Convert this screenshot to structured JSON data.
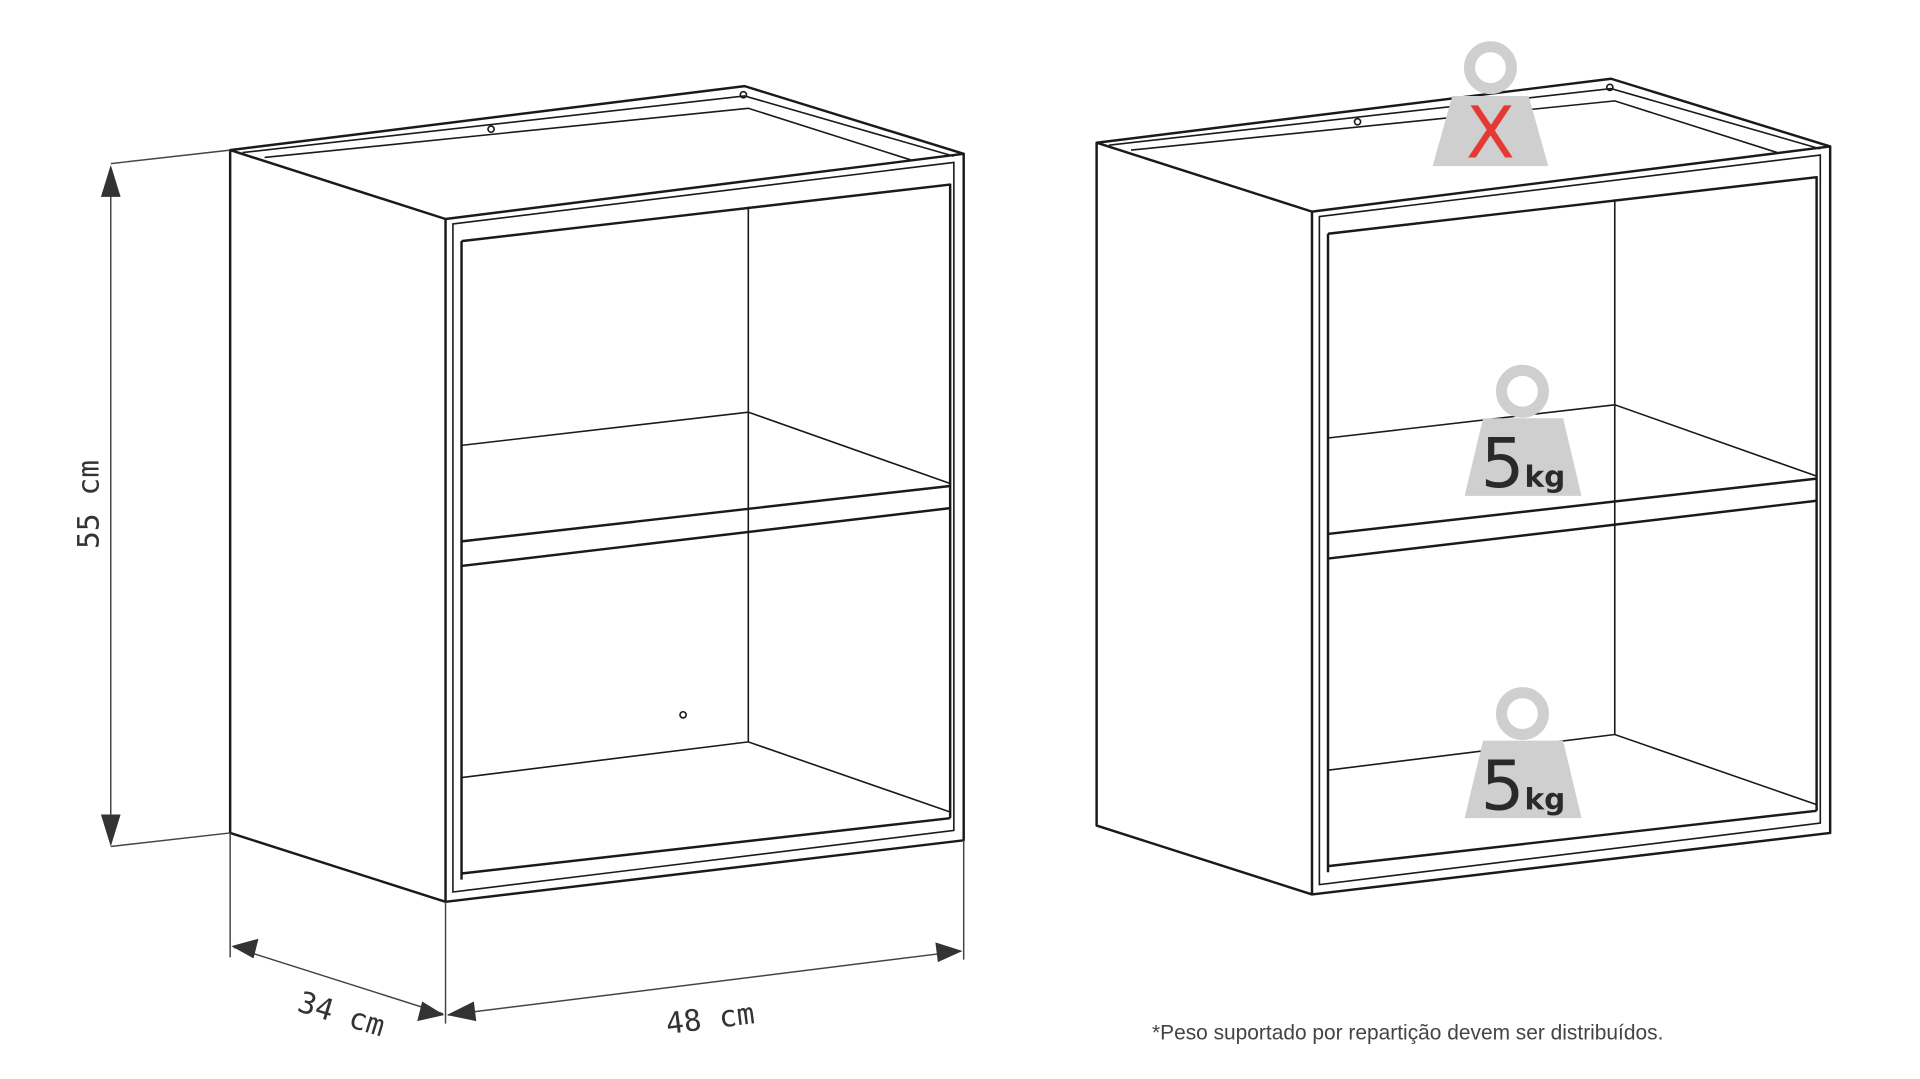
{
  "dimensions": {
    "height": "55 cm",
    "depth": "34 cm",
    "width": "48 cm"
  },
  "weights": [
    {
      "position": "top",
      "label": "X",
      "color": "#e53935"
    },
    {
      "position": "middle-shelf",
      "value": "5",
      "unit": "kg"
    },
    {
      "position": "bottom-shelf",
      "value": "5",
      "unit": "kg"
    }
  ],
  "footnote": "*Peso suportado por repartição devem ser distribuídos."
}
